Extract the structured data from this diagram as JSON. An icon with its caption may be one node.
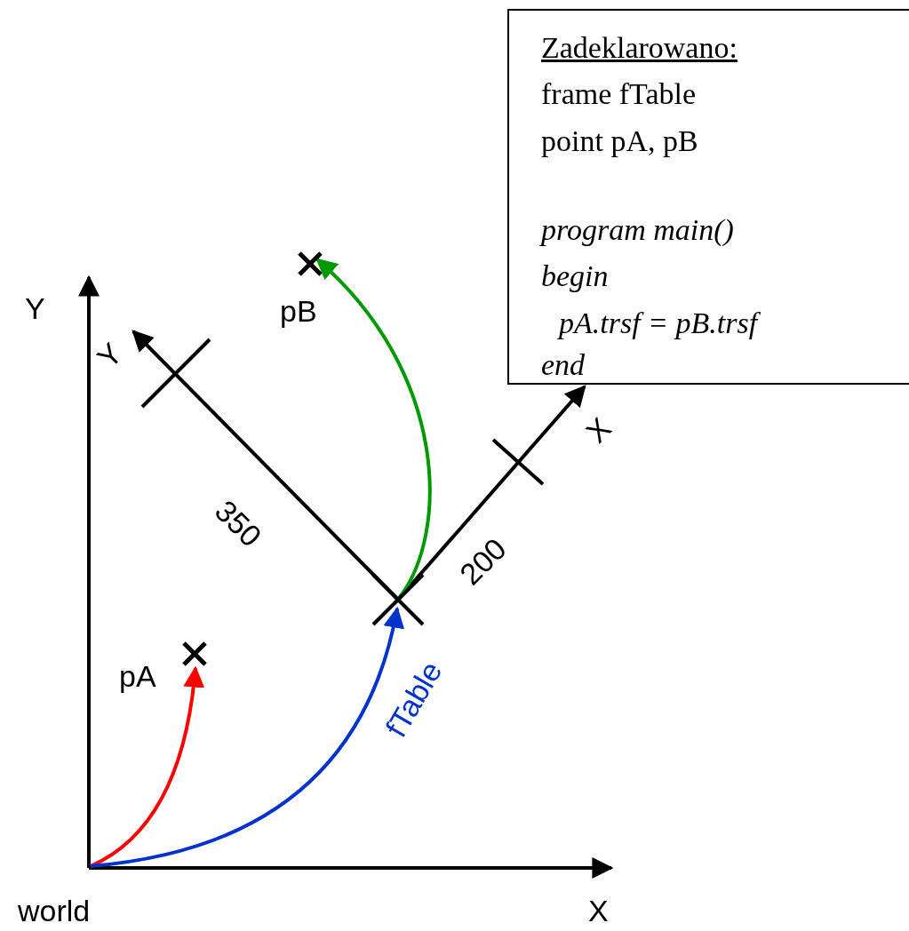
{
  "diagram": {
    "nodes": [
      {
        "text": [
          "world"
        ]
      },
      {
        "text": [
          "pA"
        ]
      },
      {
        "text": [],
        "shape": "cross"
      },
      {
        "text": [
          "pB"
        ]
      },
      {
        "text": [
          "Zadeklarowano:",
          "frame fTable",
          "point pA, pB",
          "program main()",
          "begin",
          "pA.trsf = pB.trsf",
          "end"
        ]
      }
    ],
    "edges": [
      {
        "from": 0,
        "to": 1,
        "arrow": "to",
        "color": "#ff0000"
      },
      {
        "from": 0,
        "to": 2,
        "arrow": "to",
        "label": "fTable",
        "color": "#0033cc"
      },
      {
        "from": 2,
        "to": 3,
        "arrow": "to",
        "color": "#009900"
      }
    ],
    "labels": [
      "Y",
      "X",
      "Y",
      "X",
      "350",
      "200"
    ]
  }
}
